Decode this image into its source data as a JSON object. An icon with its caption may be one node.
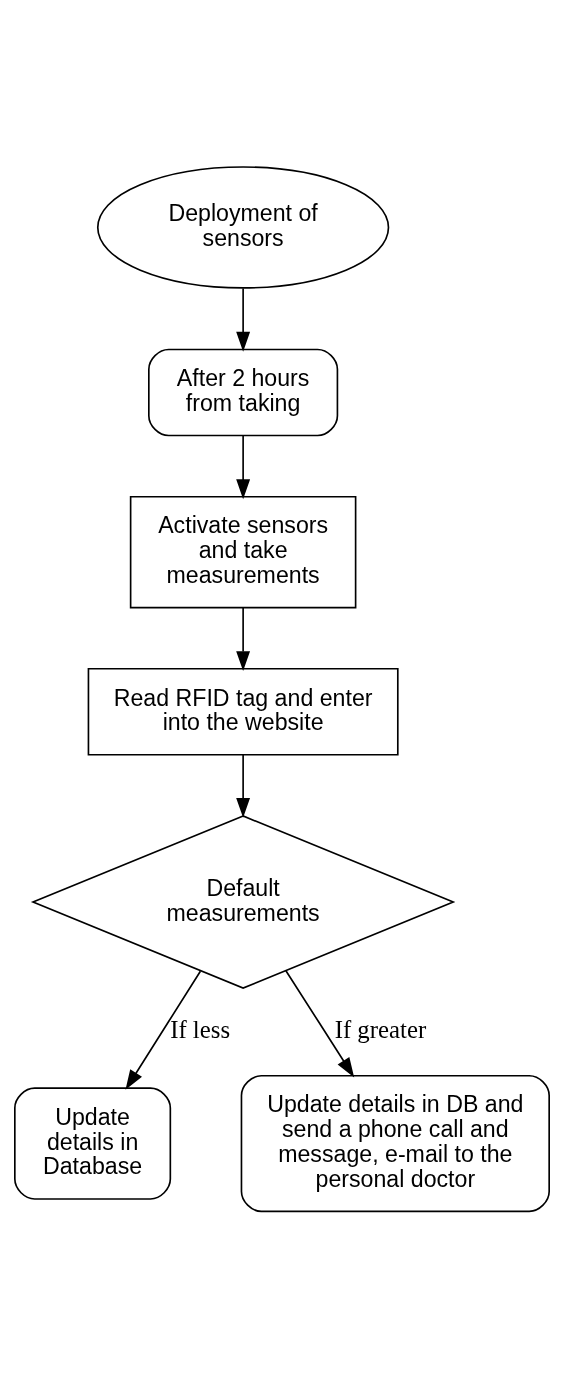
{
  "diagram": {
    "nodes": [
      {
        "text": [
          "Deployment of sensors"
        ]
      },
      {
        "text": [
          "After 2 hours from taking"
        ]
      },
      {
        "text": [
          "Activate sensors and take measurements"
        ]
      },
      {
        "text": [
          "Read RFID tag and enter into the website"
        ]
      },
      {
        "text": [
          "Default measurements"
        ]
      },
      {
        "text": [
          "Update details in Database"
        ]
      },
      {
        "text": [
          "Update details in DB and send a phone call and message, e-mail to the personal doctor"
        ]
      }
    ],
    "edges": [
      {
        "from": 0,
        "to": 1,
        "arrow": "to"
      },
      {
        "from": 1,
        "to": 2,
        "arrow": "to"
      },
      {
        "from": 2,
        "to": 3,
        "arrow": "to"
      },
      {
        "from": 3,
        "to": 4,
        "arrow": "to"
      },
      {
        "from": 4,
        "to": 5,
        "arrow": "to",
        "label": "If less"
      },
      {
        "from": 4,
        "to": 6,
        "arrow": "to",
        "label": "If greater"
      }
    ]
  }
}
